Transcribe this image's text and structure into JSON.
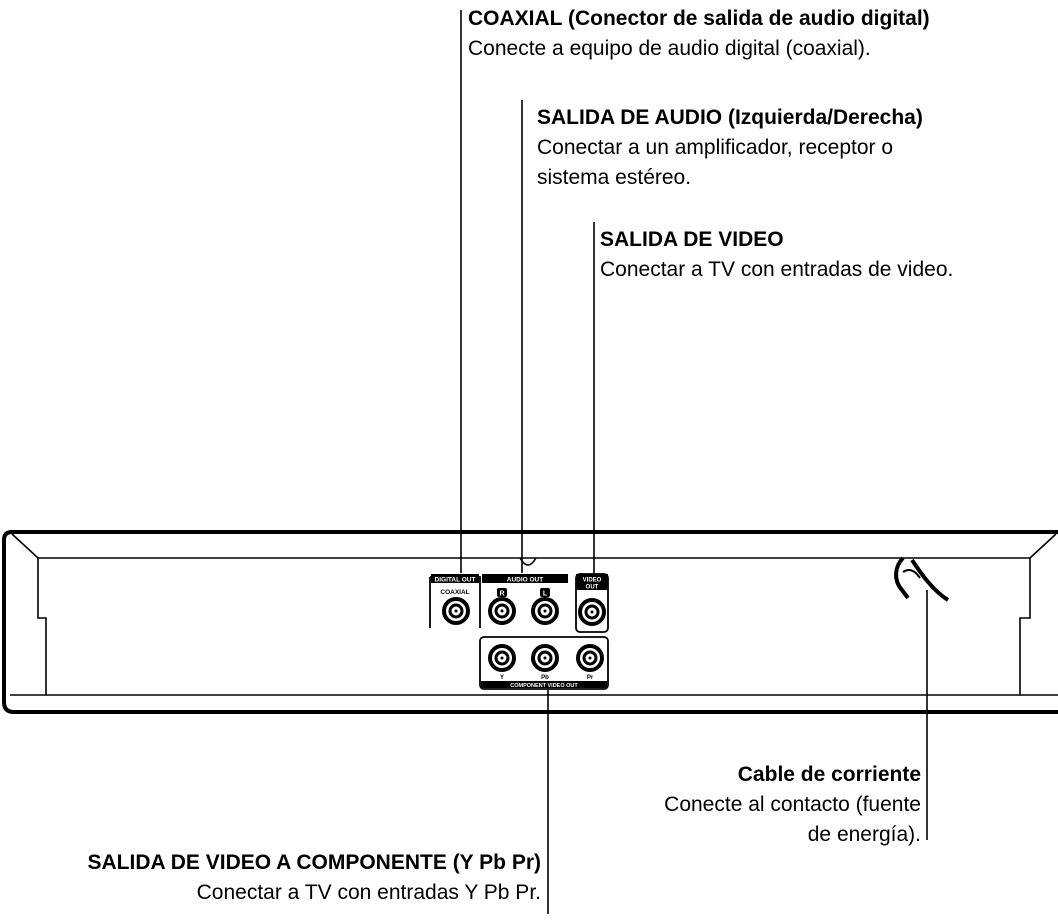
{
  "callouts": {
    "coaxial": {
      "title": "COAXIAL (Conector de salida de audio digital)",
      "desc": "Conecte a equipo de audio digital (coaxial)."
    },
    "audio_out": {
      "title": "SALIDA DE AUDIO (Izquierda/Derecha)",
      "desc_line1": "Conectar a un amplificador, receptor o",
      "desc_line2": "sistema estéreo."
    },
    "video_out": {
      "title": "SALIDA DE VIDEO",
      "desc": "Conectar a TV con entradas de video."
    },
    "power_cable": {
      "title": "Cable de corriente",
      "desc_line1": "Conecte al contacto (fuente",
      "desc_line2": "de energía)."
    },
    "component_video": {
      "title": "SALIDA DE VIDEO A COMPONENTE (Y Pb Pr)",
      "desc": "Conectar a TV con entradas Y Pb Pr."
    }
  },
  "panel_labels": {
    "digital_out": "DIGITAL OUT",
    "coaxial": "COAXIAL",
    "audio_out": "AUDIO OUT",
    "r": "R",
    "l": "L",
    "video_out_line1": "VIDEO",
    "video_out_line2": "OUT",
    "y": "Y",
    "pb": "Pb",
    "pr": "Pr",
    "component_video_out": "COMPONENT VIDEO OUT"
  },
  "colors": {
    "line": "#000000",
    "background": "#ffffff"
  }
}
